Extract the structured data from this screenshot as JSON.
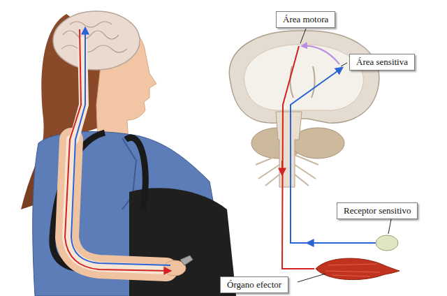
{
  "diagram": {
    "nodes": [
      {
        "text": [
          "Área motora"
        ]
      },
      {
        "text": [
          "Área sensitiva"
        ]
      },
      {
        "text": [
          "Receptor sensitivo"
        ]
      },
      {
        "text": [
          "Órgano efector"
        ]
      }
    ]
  }
}
